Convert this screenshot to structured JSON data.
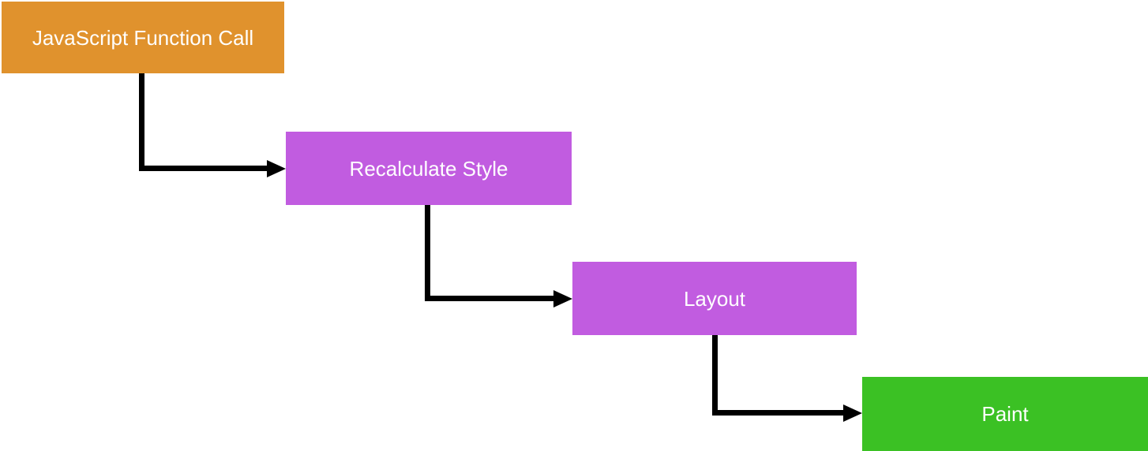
{
  "diagram": {
    "type": "flowchart",
    "background": "#FFFFFF",
    "arrow_color": "#000000",
    "nodes": [
      {
        "id": "javascript-function-call",
        "label": "JavaScript Function Call",
        "color": "#E0922D",
        "text_color": "#FFFFFF"
      },
      {
        "id": "recalculate-style",
        "label": "Recalculate Style",
        "color": "#C15CE0",
        "text_color": "#FFFFFF"
      },
      {
        "id": "layout",
        "label": "Layout",
        "color": "#C15CE0",
        "text_color": "#FFFFFF"
      },
      {
        "id": "paint",
        "label": "Paint",
        "color": "#3BC124",
        "text_color": "#FFFFFF"
      }
    ],
    "edges": [
      {
        "from": "javascript-function-call",
        "to": "recalculate-style"
      },
      {
        "from": "recalculate-style",
        "to": "layout"
      },
      {
        "from": "layout",
        "to": "paint"
      }
    ]
  }
}
